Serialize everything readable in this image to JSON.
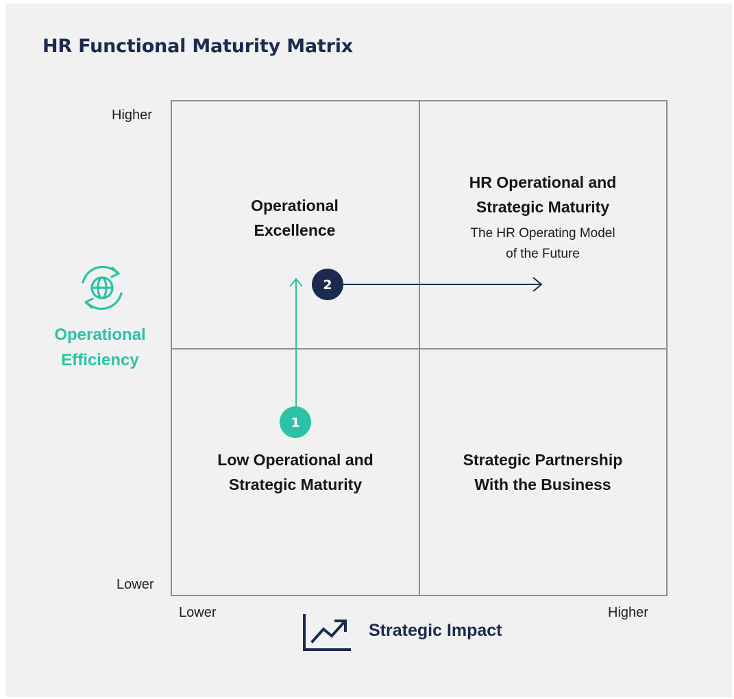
{
  "title": "HR Functional Maturity Matrix",
  "axes": {
    "y": {
      "label_line1": "Operational",
      "label_line2": "Efficiency",
      "high": "Higher",
      "low": "Lower",
      "icon": "globe-refresh-icon",
      "color": "#2cc2a5"
    },
    "x": {
      "label": "Strategic Impact",
      "low": "Lower",
      "high": "Higher",
      "icon": "trend-up-chart-icon",
      "color": "#1b2a4e"
    }
  },
  "quadrants": {
    "top_left": {
      "line1": "Operational",
      "line2": "Excellence"
    },
    "top_right": {
      "line1": "HR Operational and",
      "line2": "Strategic Maturity",
      "sub1": "The HR Operating Model",
      "sub2": "of the Future"
    },
    "bottom_left": {
      "line1": "Low Operational and",
      "line2": "Strategic Maturity"
    },
    "bottom_right": {
      "line1": "Strategic Partnership",
      "line2": "With the Business"
    }
  },
  "steps": [
    {
      "number": "1",
      "color": "#2cc2a5"
    },
    {
      "number": "2",
      "color": "#1b2a4e"
    }
  ],
  "colors": {
    "teal": "#2cc2a5",
    "navy": "#1b2a4e",
    "grid": "#8a918f",
    "background": "#f1f1f1"
  }
}
